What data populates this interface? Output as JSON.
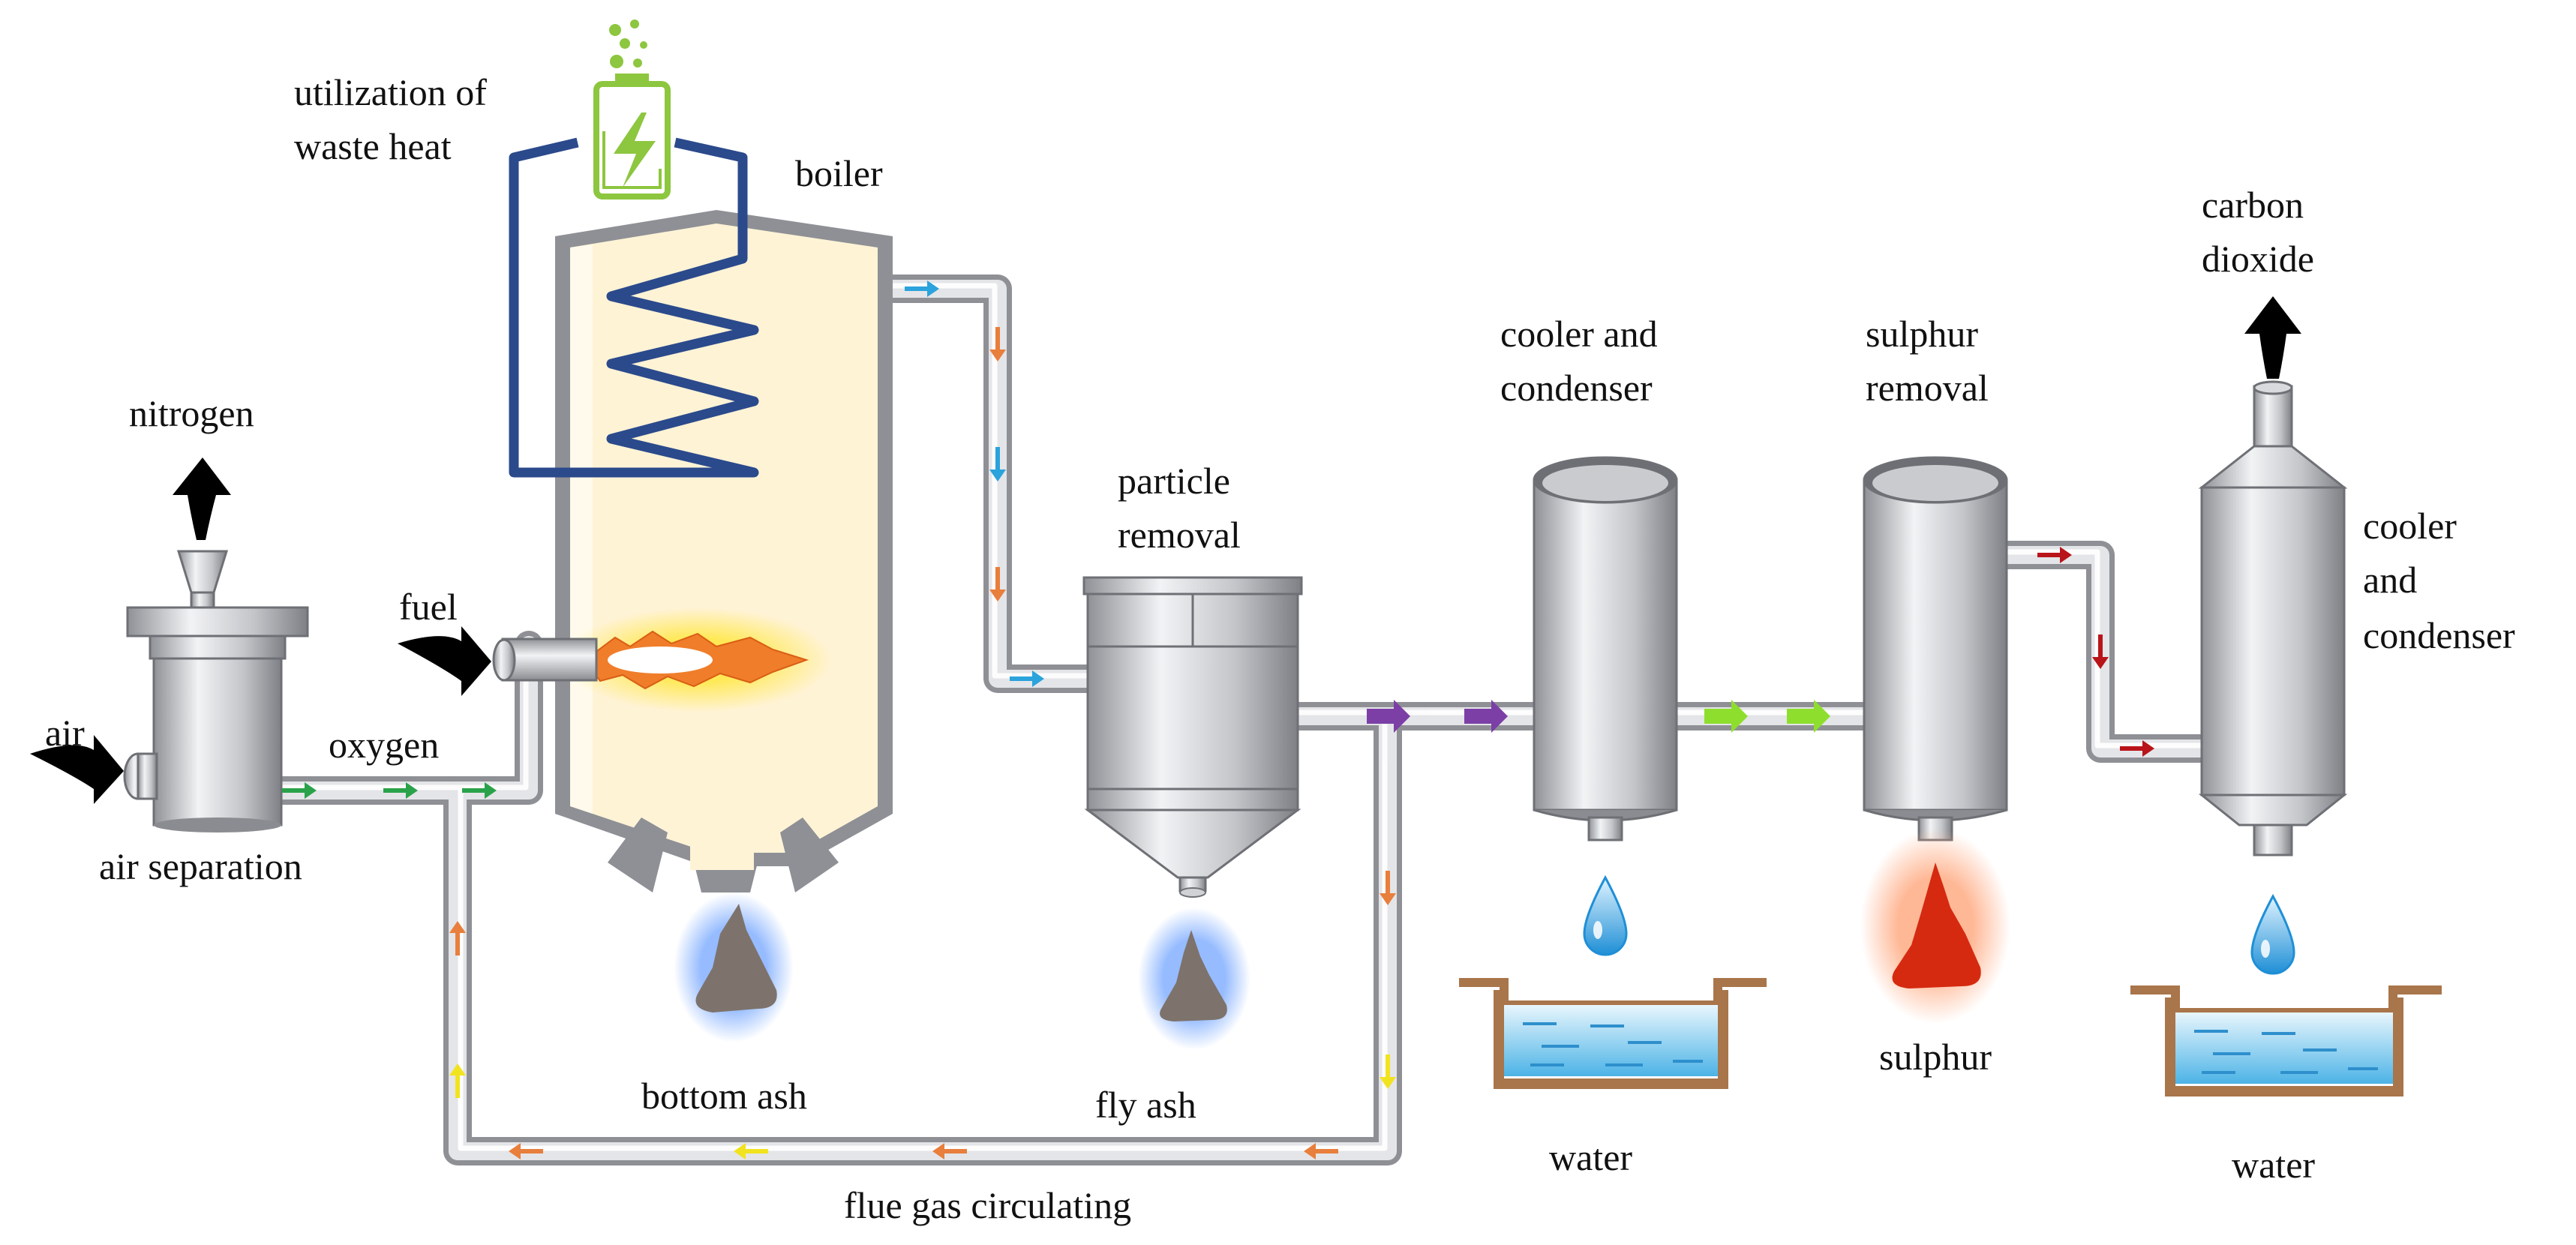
{
  "labels": {
    "utilization_line1": "utilization of",
    "utilization_line2": "waste heat",
    "boiler": "boiler",
    "nitrogen": "nitrogen",
    "fuel": "fuel",
    "air": "air",
    "oxygen": "oxygen",
    "air_separation": "air separation",
    "particle_removal_line1": "particle",
    "particle_removal_line2": "removal",
    "cooler1_line1": "cooler and",
    "cooler1_line2": "condenser",
    "sulphur_removal_line1": "sulphur",
    "sulphur_removal_line2": "removal",
    "co2_line1": "carbon",
    "co2_line2": "dioxide",
    "cooler2_line1": "cooler",
    "cooler2_line2": "and",
    "cooler2_line3": "condenser",
    "bottom_ash": "bottom ash",
    "fly_ash": "fly ash",
    "water_left": "water",
    "sulphur": "sulphur",
    "water_right": "water",
    "flue_gas": "flue gas circulating"
  },
  "colors": {
    "pipe": "#a9abb0",
    "pipe_light": "#e6e7ea",
    "coil": "#2b4a8c",
    "battery": "#8dc63f",
    "boiler_fill": "#fff3d6",
    "flame_orange": "#f07d2a",
    "flame_glow": "#ffe84d",
    "ash": "#7d736c",
    "ash_glow": "#8ab4ff",
    "sulphur_red": "#d52a10",
    "water": "#5ab8e8",
    "basin": "#a9754a",
    "arrow_green": "#2aa24a",
    "arrow_orange": "#e87f3c",
    "arrow_blue": "#2ba3dc",
    "arrow_yellow": "#f2e320",
    "arrow_purple": "#7b3fa6",
    "arrow_lime": "#8ede2e",
    "arrow_red": "#b8141a"
  },
  "icons": [
    "battery-icon",
    "bubbles-icon",
    "flame-icon",
    "water-drop-icon",
    "sulphur-flame-icon",
    "ash-pile-icon",
    "inflow-arrow-icon",
    "outflow-arrow-icon",
    "flow-arrow-icon"
  ]
}
